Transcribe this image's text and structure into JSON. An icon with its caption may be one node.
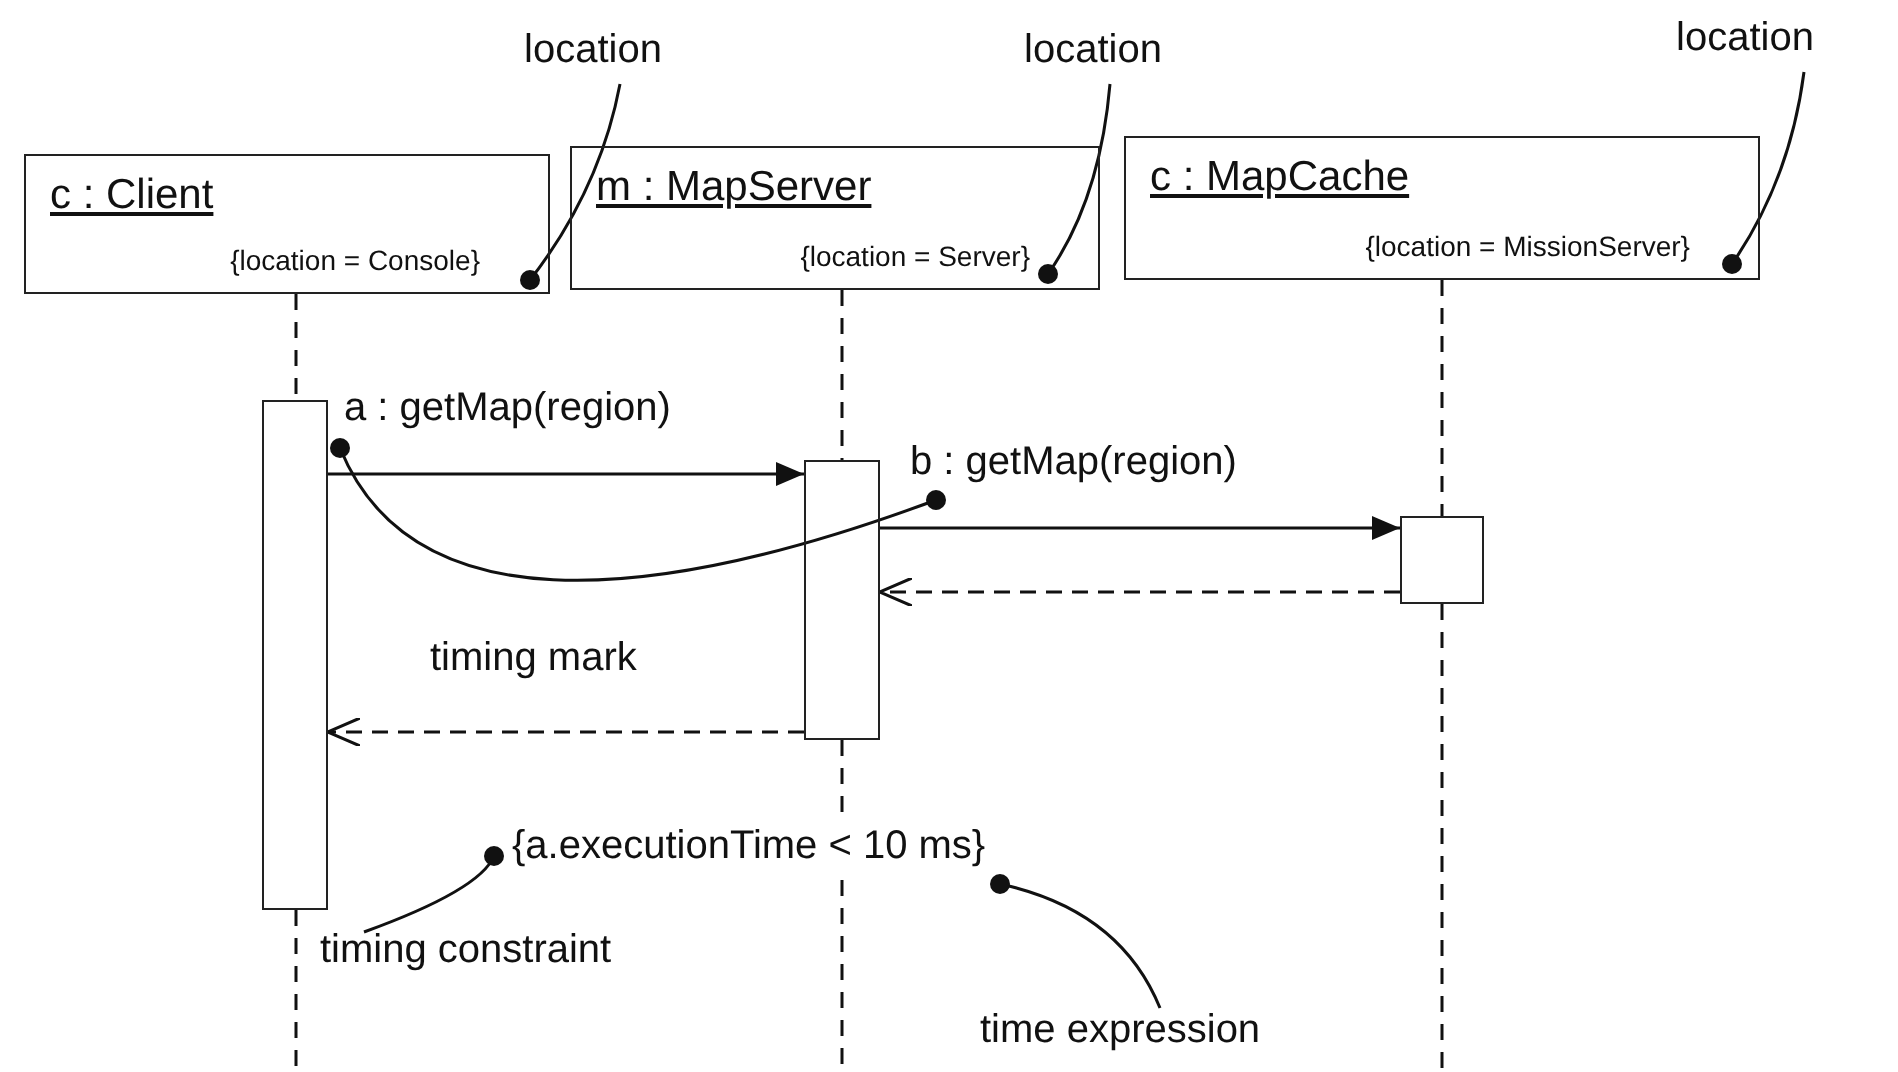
{
  "diagram": {
    "nodes": [
      {
        "text": [
          "c : Client",
          "{location = Console}"
        ]
      },
      {
        "text": [
          "m : MapServer",
          "{location = Server}"
        ]
      },
      {
        "text": [
          "c : MapCache",
          "{location = MissionServer}"
        ]
      },
      {
        "text": [],
        "shape": "bar"
      },
      {
        "text": [],
        "shape": "bar"
      },
      {
        "text": [],
        "shape": "bar"
      },
      {
        "text": [
          "location"
        ]
      },
      {
        "text": [
          "location"
        ]
      },
      {
        "text": [
          "location"
        ]
      },
      {
        "text": [
          "{a.executionTime < 10 ms}"
        ]
      },
      {
        "text": [
          "timing constraint"
        ]
      },
      {
        "text": [
          "time expression"
        ]
      }
    ],
    "edges": [
      {
        "from": 0,
        "to": 3,
        "arrow": "none",
        "style": "dashed"
      },
      {
        "from": 3,
        "to": null,
        "arrow": "none",
        "style": "dashed"
      },
      {
        "from": 1,
        "to": 4,
        "arrow": "none",
        "style": "dashed"
      },
      {
        "from": 4,
        "to": null,
        "arrow": "none",
        "style": "dashed"
      },
      {
        "from": 2,
        "to": 5,
        "arrow": "none",
        "style": "dashed"
      },
      {
        "from": 5,
        "to": null,
        "arrow": "none",
        "style": "dashed"
      },
      {
        "from": 3,
        "to": 4,
        "arrow": "to",
        "label": "a : getMap(region)"
      },
      {
        "from": 4,
        "to": 5,
        "arrow": "to",
        "label": "b : getMap(region)"
      },
      {
        "from": 5,
        "to": 4,
        "arrow": "to",
        "style": "dashed"
      },
      {
        "from": 4,
        "to": 3,
        "arrow": "to",
        "style": "dashed"
      },
      {
        "from": 6,
        "to": 0,
        "arrow": "other"
      },
      {
        "from": 7,
        "to": 1,
        "arrow": "other"
      },
      {
        "from": 8,
        "to": 2,
        "arrow": "other"
      },
      {
        "from": 10,
        "to": 9,
        "arrow": "other"
      },
      {
        "from": 11,
        "to": 9,
        "arrow": "other"
      }
    ],
    "labels": [
      "timing mark"
    ]
  }
}
